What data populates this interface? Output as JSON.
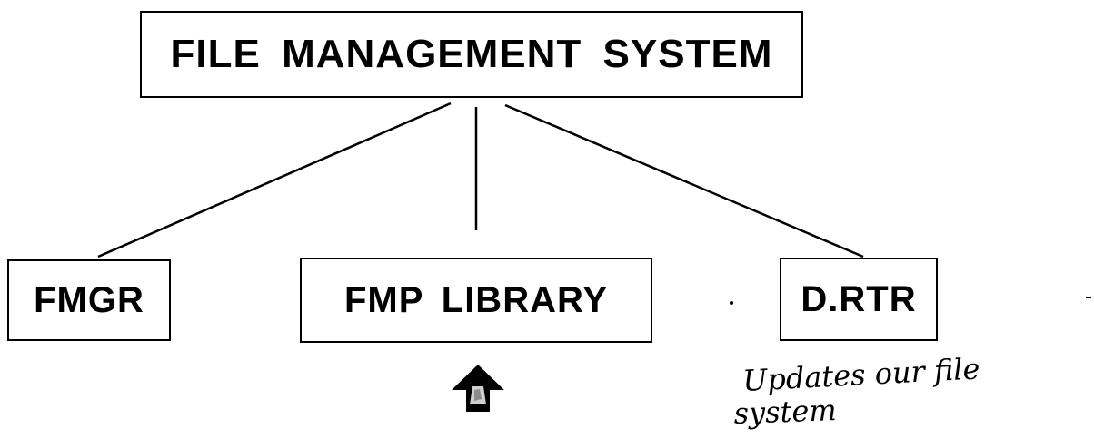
{
  "diagram": {
    "root": {
      "label": "FILE MANAGEMENT SYSTEM"
    },
    "children": [
      {
        "id": "fmgr",
        "label": "FMGR"
      },
      {
        "id": "library",
        "label": "FMP LIBRARY"
      },
      {
        "id": "dirtr",
        "label": "D.RTR"
      }
    ],
    "annotation": {
      "lines": [
        "Updates our file",
        "system"
      ],
      "style": "handwritten"
    },
    "marker": {
      "icon": "up-arrow-icon",
      "points_to": "library"
    }
  }
}
